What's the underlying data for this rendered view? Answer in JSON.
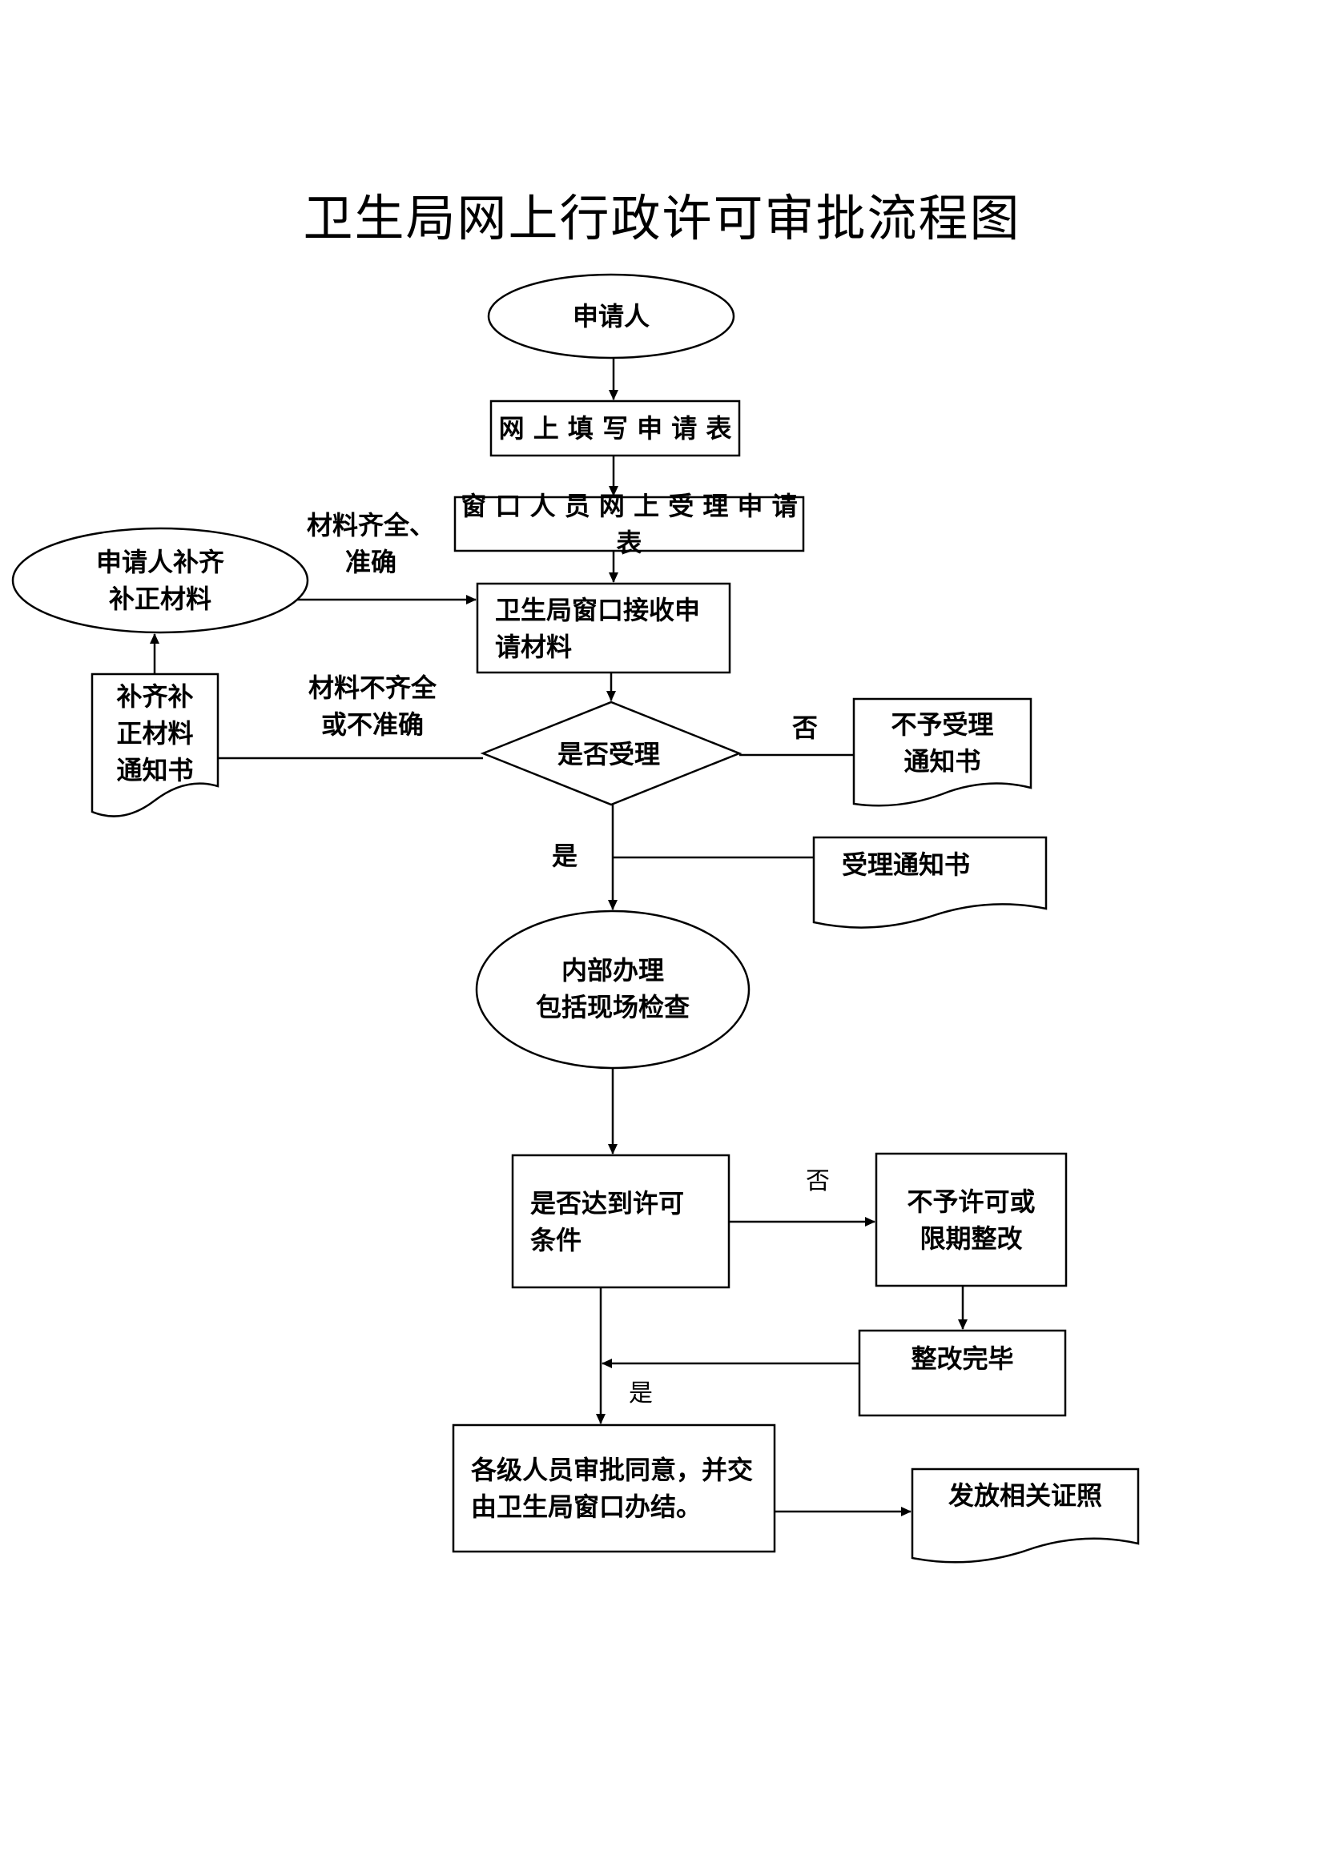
{
  "title": "卫生局网上行政许可审批流程图",
  "nodes": {
    "applicant": "申请人",
    "fill_form": "网 上 填 写 申 请 表",
    "window_accept": "窗 口 人 员 网 上 受 理 申 请 表",
    "receive_materials": "卫生局窗口接收申\n请材料",
    "supplement": "申请人补齐\n补正材料",
    "supplement_notice": "补齐补\n正材料\n通知书",
    "decision_accept": "是否受理",
    "reject_notice": "不予受理\n通知书",
    "accept_notice": "受理通知书",
    "internal": "内部办理\n包括现场检查",
    "meet_conditions": "是否达到许可\n条件",
    "deny_or_rectify": "不予许可或\n限期整改",
    "rectify_done": "整改完毕",
    "approve": "各级人员审批同意，并交\n由卫生局窗口办结。",
    "issue_license": "发放相关证照"
  },
  "edge_labels": {
    "complete": "材料齐全、\n准确",
    "incomplete": "材料不齐全\n或不准确",
    "no_accept": "否",
    "yes_accept": "是",
    "no_condition": "否",
    "yes_condition": "是"
  }
}
